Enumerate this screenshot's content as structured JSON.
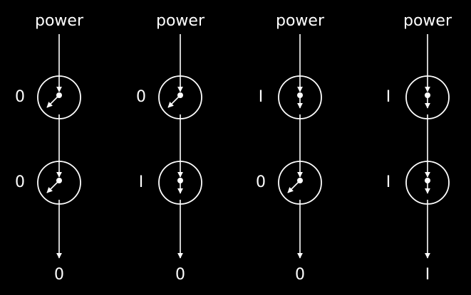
{
  "diagram": {
    "columns": [
      {
        "source_label": "power",
        "top_input": "0",
        "bottom_input": "0",
        "output": "0"
      },
      {
        "source_label": "power",
        "top_input": "0",
        "bottom_input": "I",
        "output": "0"
      },
      {
        "source_label": "power",
        "top_input": "I",
        "bottom_input": "0",
        "output": "0"
      },
      {
        "source_label": "power",
        "top_input": "I",
        "bottom_input": "I",
        "output": "I"
      }
    ],
    "colors": {
      "background": "#000000",
      "stroke": "#ffffff",
      "text": "#ffffff"
    }
  }
}
